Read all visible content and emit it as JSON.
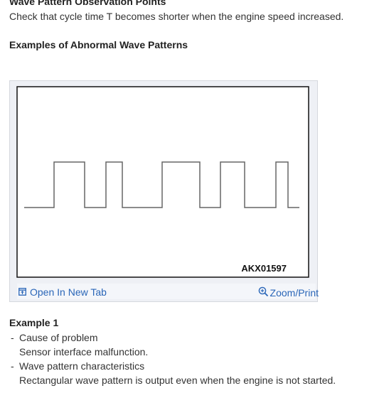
{
  "section": {
    "title": "Wave Pattern Observation Points",
    "body": "Check that cycle time T becomes shorter when the engine speed increased."
  },
  "abnormal": {
    "title": "Examples of Abnormal Wave Patterns"
  },
  "figure": {
    "code": "AKX01597",
    "open_tab_label": "Open In New Tab",
    "zoom_label": "Zoom/Print",
    "open_tab_icon": "open-new-tab-icon",
    "zoom_icon": "magnifier-plus-icon",
    "link_color": "#2a66b8"
  },
  "example": {
    "title": "Example 1",
    "items": [
      {
        "label": "Cause of problem",
        "detail": "Sensor interface malfunction."
      },
      {
        "label": "Wave pattern characteristics",
        "detail": "Rectangular wave pattern is output even when the engine is not started."
      }
    ]
  }
}
